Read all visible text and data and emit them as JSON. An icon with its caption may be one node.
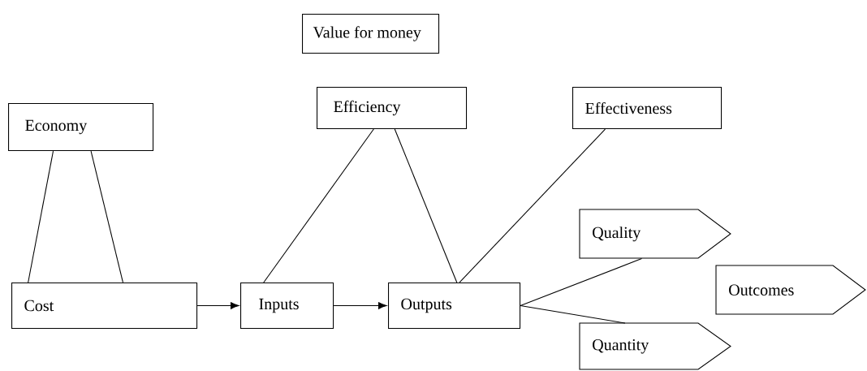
{
  "diagram": {
    "nodes": [
      {
        "text": [
          "Value for money"
        ]
      },
      {
        "text": [
          "Economy"
        ]
      },
      {
        "text": [
          "Efficiency"
        ]
      },
      {
        "text": [
          "Effectiveness"
        ]
      },
      {
        "text": [
          "Cost"
        ]
      },
      {
        "text": [
          "Inputs"
        ]
      },
      {
        "text": [
          "Outputs"
        ]
      },
      {
        "text": [
          "Quality"
        ]
      },
      {
        "text": [
          "Outcomes"
        ]
      },
      {
        "text": [
          "Quantity"
        ]
      }
    ],
    "edges": [
      {
        "from": 1,
        "to": 4,
        "arrow": "none"
      },
      {
        "from": 1,
        "to": 4,
        "arrow": "none"
      },
      {
        "from": 4,
        "to": 5,
        "arrow": "to"
      },
      {
        "from": 5,
        "to": 6,
        "arrow": "to"
      },
      {
        "from": 2,
        "to": 5,
        "arrow": "none"
      },
      {
        "from": 2,
        "to": 6,
        "arrow": "none"
      },
      {
        "from": 3,
        "to": 6,
        "arrow": "none"
      },
      {
        "from": 6,
        "to": 7,
        "arrow": "none"
      },
      {
        "from": 6,
        "to": 9,
        "arrow": "none"
      }
    ]
  }
}
